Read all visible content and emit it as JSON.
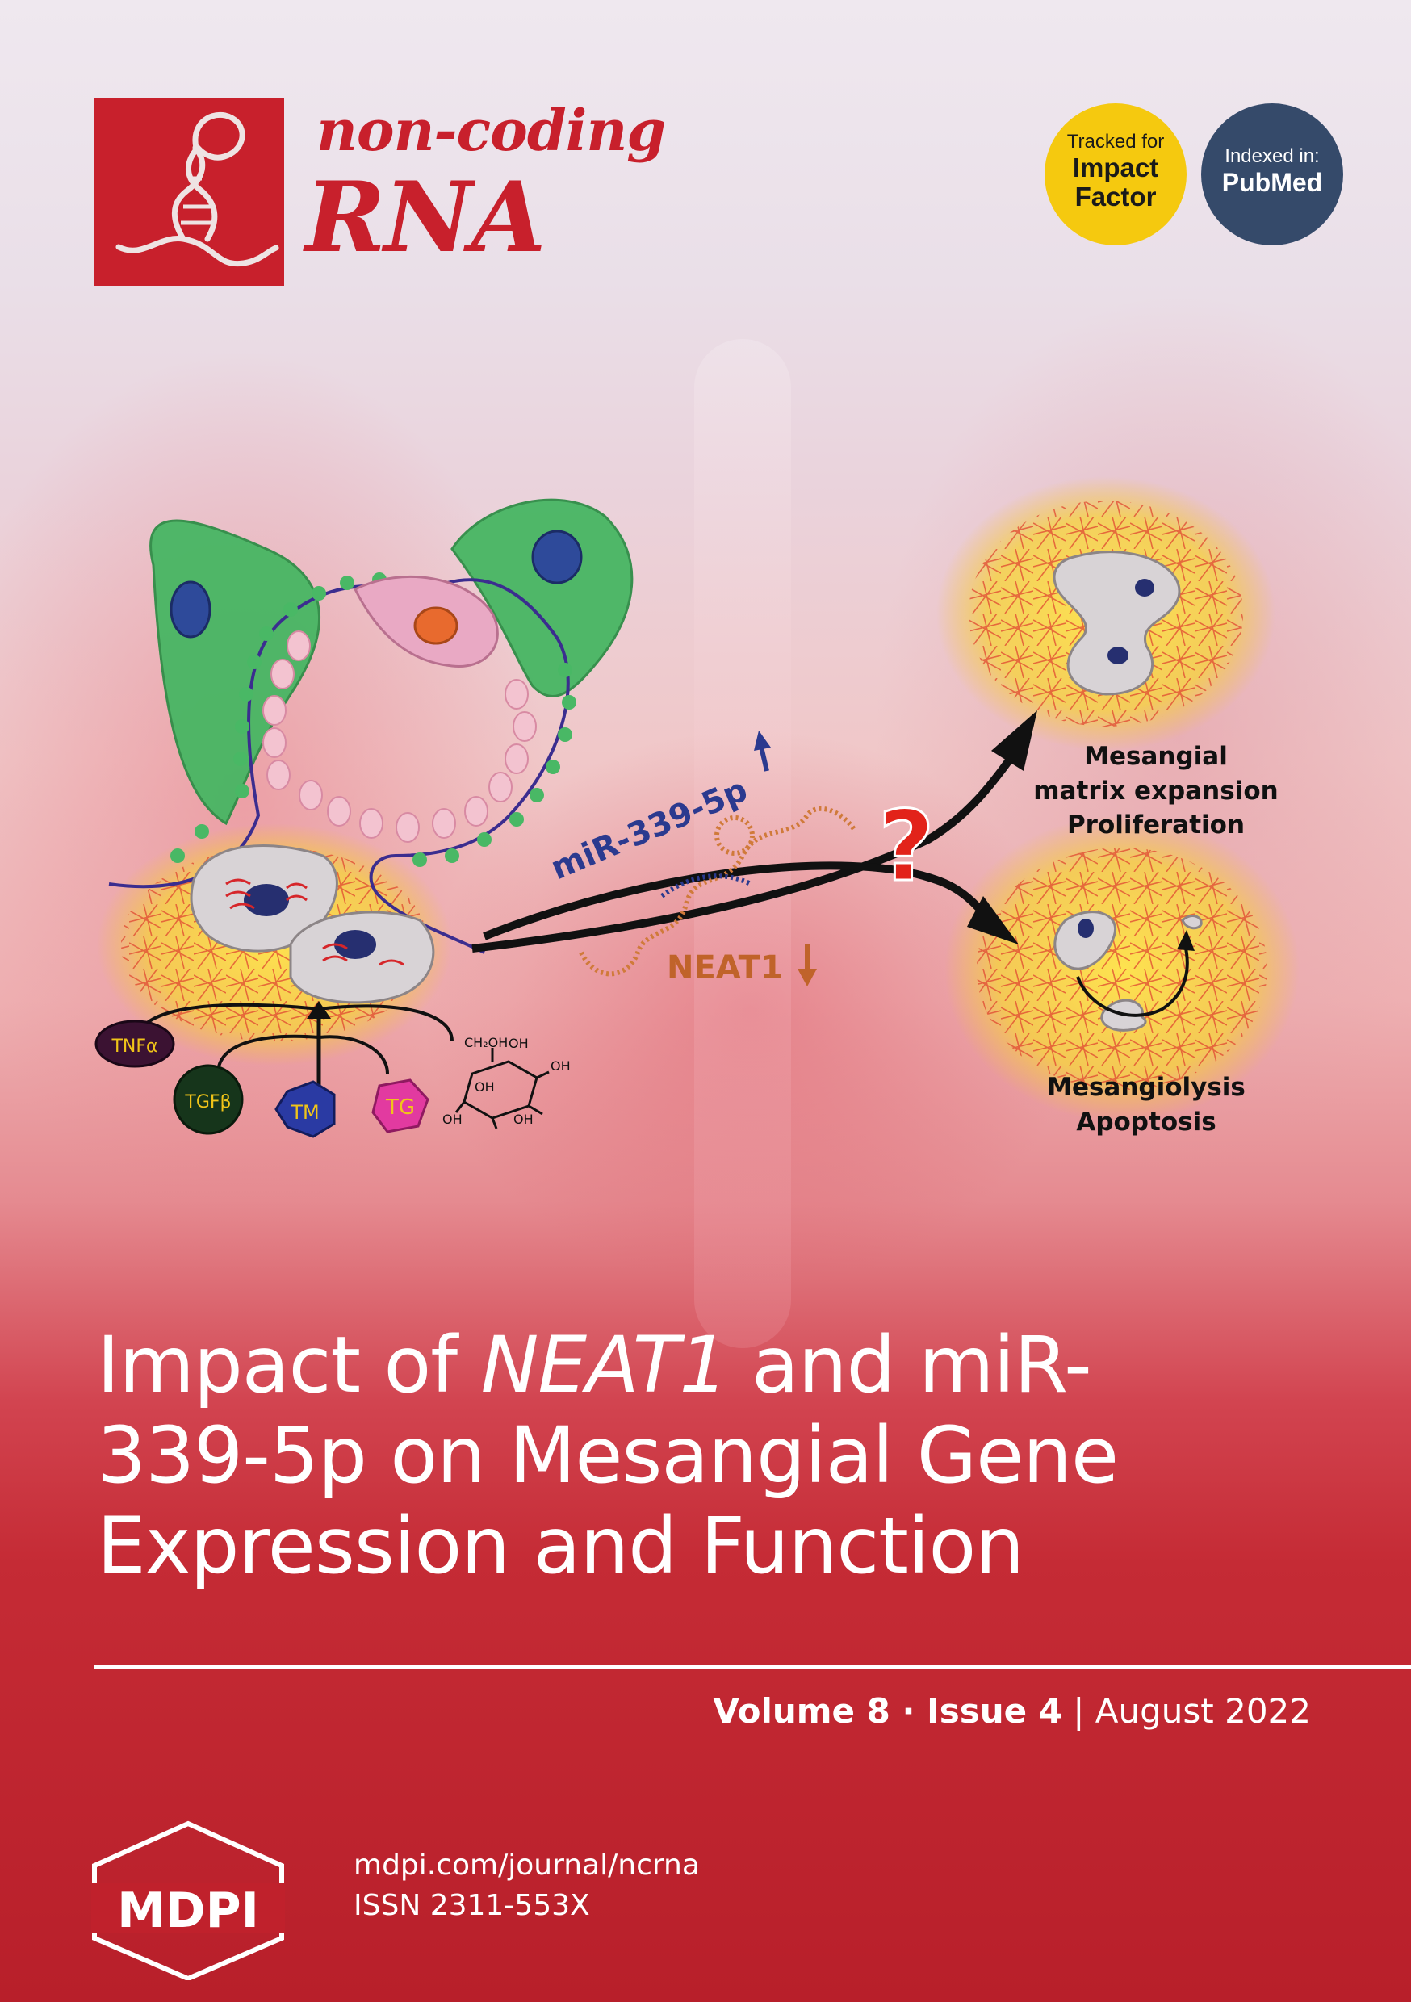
{
  "journal": {
    "name_line1": "non-coding",
    "name_line2": "RNA"
  },
  "badges": {
    "impact": {
      "line1": "Tracked for",
      "line2": "Impact",
      "line3": "Factor"
    },
    "pubmed": {
      "line1": "Indexed in:",
      "line2": "PubMed"
    }
  },
  "illustration": {
    "mir_label": "miR-339-5p",
    "neat_label": "NEAT1",
    "question": "?",
    "outcome_top": [
      "Mesangial",
      "matrix expansion",
      "Proliferation"
    ],
    "outcome_bottom": [
      "Mesangiolysis",
      "Apoptosis"
    ],
    "stimuli": {
      "tnf": "TNFα",
      "tgf": "TGFβ",
      "tm": "TM",
      "tg": "TG",
      "glucose_ch2oh": "CH₂OH",
      "glucose_oh": "OH"
    }
  },
  "article": {
    "title_part1": "Impact of ",
    "title_italic": "NEAT1",
    "title_part2": " and miR-",
    "title_line2": "339-5p on Mesangial Gene",
    "title_line3": "Expression and Function"
  },
  "issue": {
    "volume": "Volume 8",
    "sep": " · ",
    "issue": "Issue 4",
    "bar": " | ",
    "date": "August 2022"
  },
  "publisher": {
    "logo": "MDPI",
    "url": "mdpi.com/journal/ncrna",
    "issn": "ISSN 2311-553X"
  },
  "colors": {
    "brand_red": "#c8202c",
    "badge_yellow": "#f5c90f",
    "badge_navy": "#354a6a",
    "mesangial_green": "#3fae5a",
    "arrow_black": "#111111",
    "mir_blue": "#2b3a8f",
    "neat_orange": "#c0632a"
  }
}
